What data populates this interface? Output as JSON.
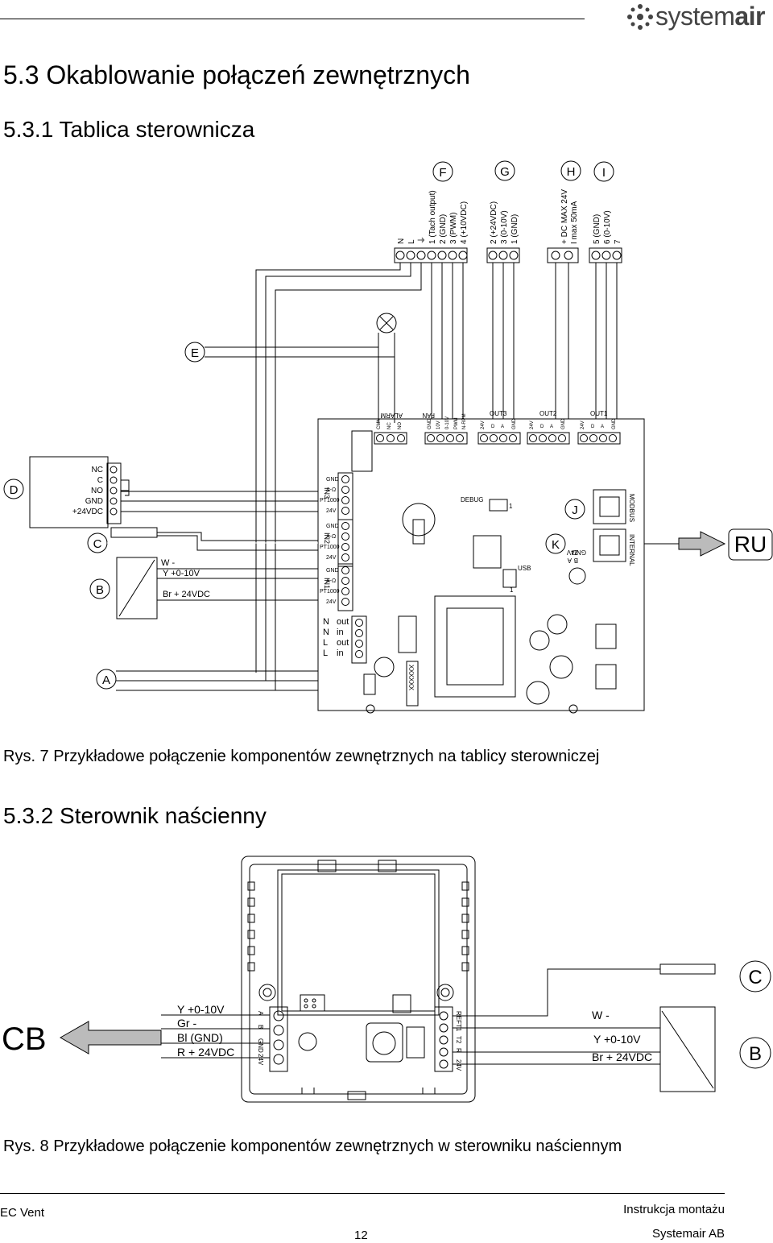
{
  "brand": {
    "name_prefix": "system",
    "name_bold": "air"
  },
  "section_title": "5.3 Okablowanie połączeń zewnętrznych",
  "subsection1_title": "5.3.1 Tablica sterownicza",
  "figure1": {
    "caption": "Rys.  7 Przykładowe połączenie komponentów zewnętrznych na tablicy sterowniczej",
    "callouts": {
      "F": "F",
      "G": "G",
      "H": "H",
      "I": "I",
      "E": "E",
      "D": "D",
      "C": "C",
      "B": "B",
      "A": "A",
      "J": "J",
      "K": "K"
    },
    "ru_label": "RU",
    "top_terminals": {
      "F": [
        "N",
        "L",
        "⏚",
        "1 (Tach output)",
        "2 (GND)",
        "3 (PWM)",
        "4 (+10VDC)"
      ],
      "G": [
        "2 (+24VDC)",
        "3 (0-10V)",
        "1 (GND)"
      ],
      "H": [
        "+ DC MAX 24V",
        "I max 50mA"
      ],
      "I": [
        "5 (GND)",
        "6 (0-10V)",
        "7"
      ]
    },
    "board_headers": [
      "ALARM",
      "FAN",
      "OUT3",
      "OUT2",
      "OUT1"
    ],
    "alarm_pins": [
      "CMN",
      "NC",
      "NO"
    ],
    "fan_pins": [
      "GND",
      "10V",
      "0-10V",
      "PWM",
      "N-RPM"
    ],
    "out_pins": [
      "24V",
      "D",
      "A",
      "GND"
    ],
    "d_pins": [
      "NC",
      "C",
      "NO",
      "GND",
      "+24VDC"
    ],
    "in_blocks": [
      {
        "name": "IN3",
        "pins": [
          "GND",
          "A-Ω",
          "PT1000",
          "24V"
        ]
      },
      {
        "name": "IN2",
        "pins": [
          "GND",
          "A-Ω",
          "PT1000",
          "24V"
        ]
      },
      {
        "name": "IN1",
        "pins": [
          "GND",
          "A-Ω",
          "PT1000",
          "24V"
        ]
      }
    ],
    "b_sensor": {
      "w": "W -",
      "y": "Y +0-10V",
      "br": "Br + 24VDC"
    },
    "debug": "DEBUG",
    "usb": "USB",
    "one": "1",
    "modbus": "MODBUS",
    "internal": "INTERNAL",
    "internal_pins": [
      "A",
      "B",
      "24V",
      "GND"
    ],
    "power_pins": [
      {
        "a": "N",
        "b": "out"
      },
      {
        "a": "N",
        "b": "in"
      },
      {
        "a": "L",
        "b": "out"
      },
      {
        "a": "L",
        "b": "in"
      }
    ],
    "xxxxxx": "XXXXXX"
  },
  "subsection2_title": "5.3.2 Sterownik naścienny",
  "figure2": {
    "caption": "Rys.  8 Przykładowe połączenie komponentów zewnętrznych w sterowniku naściennym",
    "cb_label": "CB",
    "c_label": "C",
    "b_label": "B",
    "left_wires": [
      "Y +0-10V",
      "Gr -",
      "Bl (GND)",
      "R + 24VDC"
    ],
    "left_pins": [
      "A",
      "B",
      "GND",
      "24V"
    ],
    "right_pins": [
      "REF",
      "T1",
      "T2",
      "R",
      "24V"
    ],
    "right_wires": {
      "w": "W -",
      "y": "Y +0-10V",
      "br": "Br + 24VDC"
    }
  },
  "footer": {
    "left": "EC Vent",
    "page": "12",
    "right1": "Instrukcja montażu",
    "right2": "Systemair AB"
  }
}
